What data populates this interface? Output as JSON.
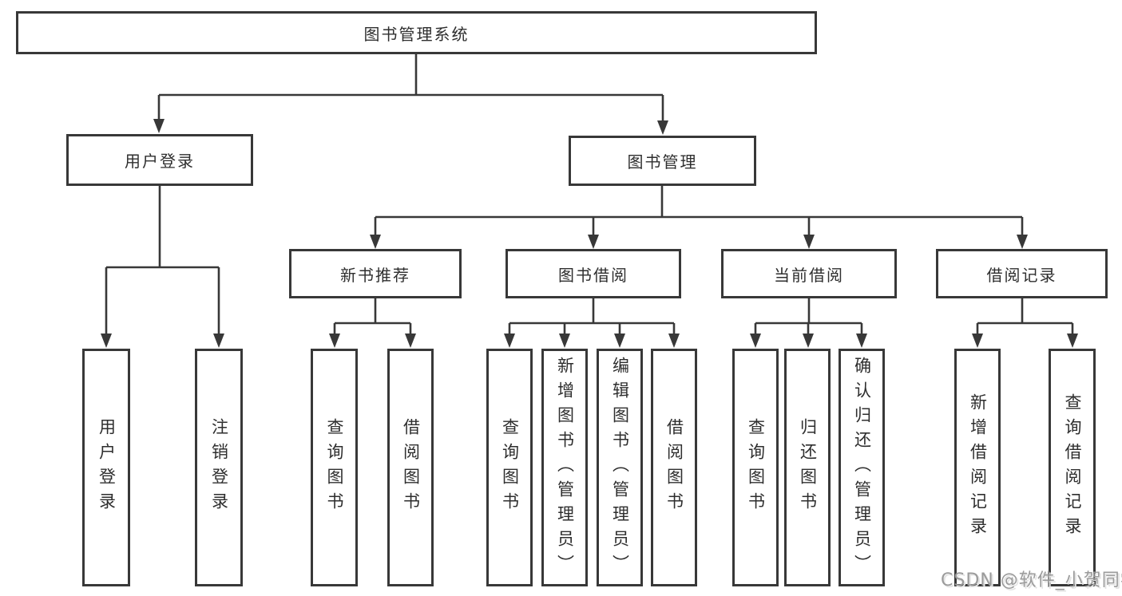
{
  "colors": {
    "line": "#383838",
    "text": "#2e2e2e",
    "watermark": "#9b9b9b"
  },
  "root": {
    "label": "图书管理系统"
  },
  "level2": {
    "user_login": {
      "label": "用户登录"
    },
    "book_management": {
      "label": "图书管理"
    }
  },
  "level3": {
    "new_books": {
      "label": "新书推荐"
    },
    "book_borrow": {
      "label": "图书借阅"
    },
    "current_borrow": {
      "label": "当前借阅"
    },
    "borrow_records": {
      "label": "借阅记录"
    }
  },
  "leaves": {
    "user_login": [
      "用户登录",
      "注销登录"
    ],
    "new_books": [
      "查询图书",
      "借阅图书"
    ],
    "book_borrow": [
      "查询图书",
      "新增图书（管理员）",
      "编辑图书（管理员）",
      "借阅图书"
    ],
    "current_borrow": [
      "查询图书",
      "归还图书",
      "确认归还（管理员）"
    ],
    "borrow_records": [
      "新增借阅记录",
      "查询借阅记录"
    ]
  },
  "watermark": "CSDN @软件_小贺同学"
}
